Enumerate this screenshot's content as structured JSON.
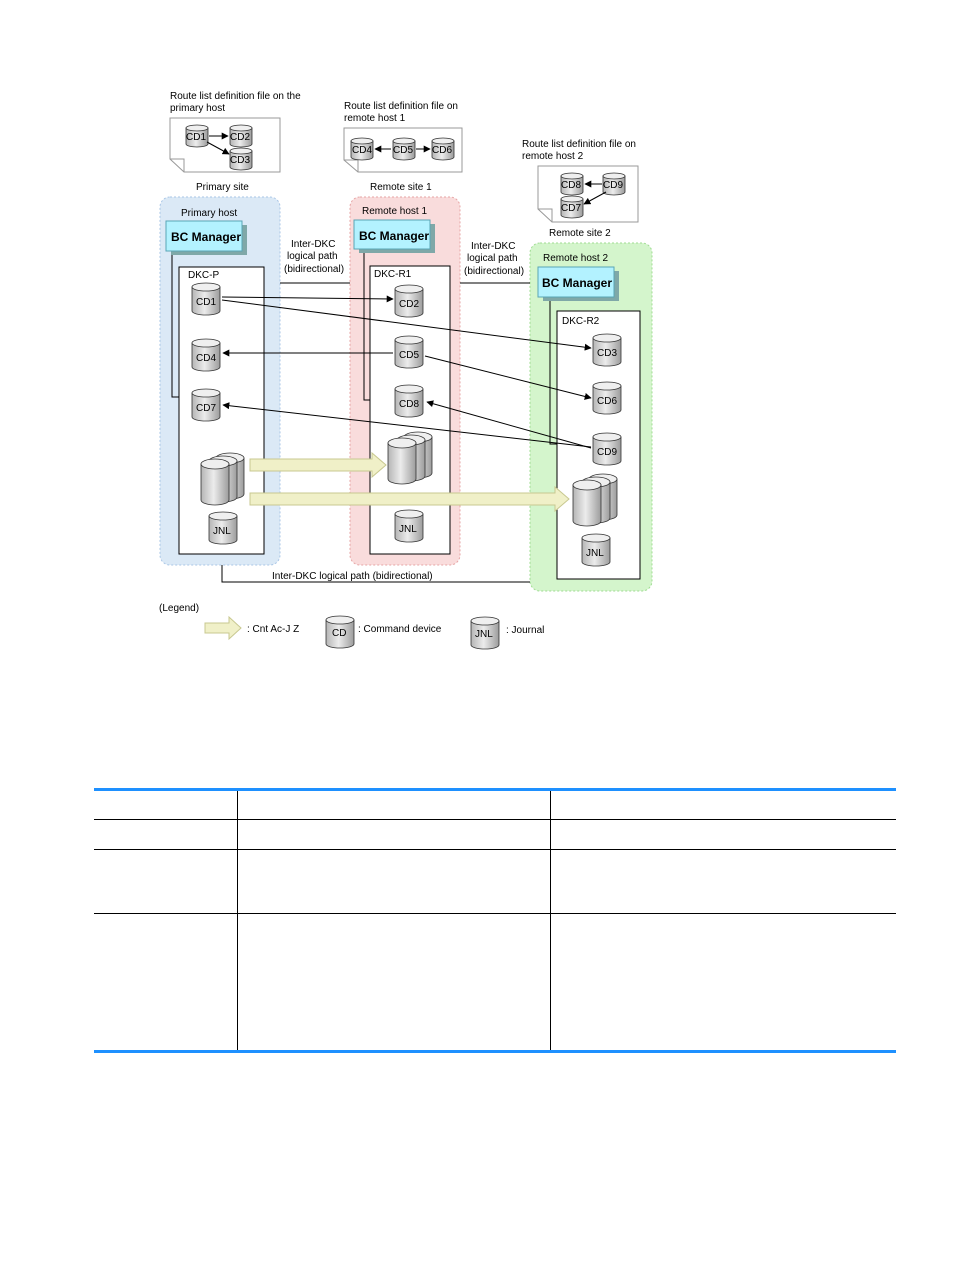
{
  "route_files": {
    "primary": {
      "title_line1": "Route list definition file on the",
      "title_line2": "primary host",
      "cds": [
        "CD1",
        "CD2",
        "CD3"
      ]
    },
    "remote1": {
      "title_line1": "Route list definition file on",
      "title_line2": "remote host 1",
      "cds": [
        "CD4",
        "CD5",
        "CD6"
      ]
    },
    "remote2": {
      "title_line1": "Route list definition file on",
      "title_line2": "remote host 2",
      "cds": [
        "CD8",
        "CD9",
        "CD7"
      ]
    }
  },
  "sites": {
    "primary": {
      "label": "Primary site",
      "host": "Primary host",
      "dkc": "DKC-P",
      "color": "#dbe9f6"
    },
    "remote1": {
      "label": "Remote site 1",
      "host": "Remote host 1",
      "dkc": "DKC-R1",
      "color": "#f9dcdc"
    },
    "remote2": {
      "label": "Remote site 2",
      "host": "Remote host 2",
      "dkc": "DKC-R2",
      "color": "#d4f5cc"
    }
  },
  "bc_manager": "BC Manager",
  "bc_color": "#b3f2ff",
  "inter_dkc_1": [
    "Inter-DKC",
    "logical path",
    "(bidirectional)"
  ],
  "inter_dkc_2": [
    "Inter-DKC",
    "logical path",
    "(bidirectional)"
  ],
  "inter_dkc_bottom": "Inter-DKC logical path (bidirectional)",
  "command_devices": {
    "p": [
      "CD1",
      "CD4",
      "CD7"
    ],
    "r1": [
      "CD2",
      "CD5",
      "CD8"
    ],
    "r2": [
      "CD3",
      "CD6",
      "CD9"
    ]
  },
  "jnl": "JNL",
  "legend": {
    "title": "(Legend)",
    "cont": ": Cnt Ac-J Z",
    "cd_symbol": "CD",
    "cd_text": ": Command device",
    "jnl_symbol": "JNL",
    "jnl_text": ": Journal"
  },
  "copy_arrow_color": "#f0f0c8"
}
